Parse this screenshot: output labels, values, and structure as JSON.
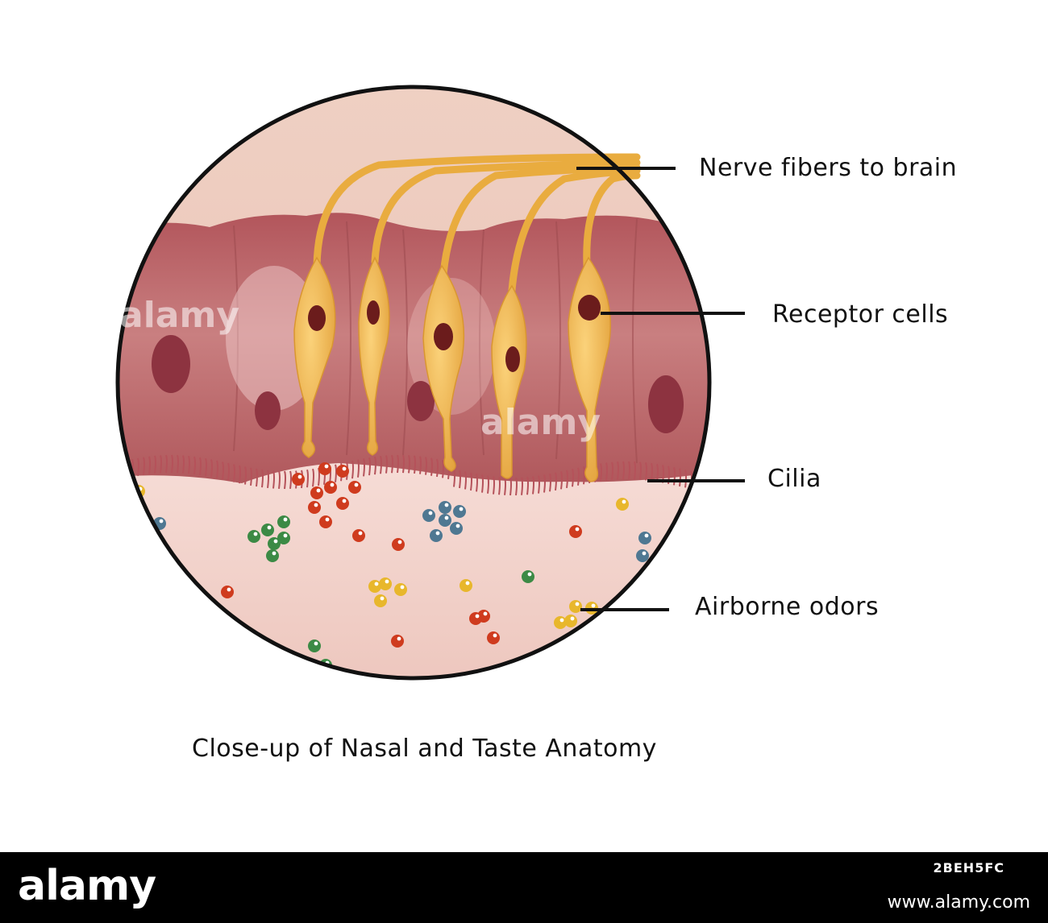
{
  "diagram": {
    "labels": {
      "nerve_fibers": "Nerve fibers to brain",
      "receptor_cells": "Receptor cells",
      "cilia": "Cilia",
      "airborne_odors": "Airborne odors"
    },
    "caption": "Close-up of Nasal and Taste Anatomy",
    "watermarks": [
      "alamy",
      "alamy"
    ],
    "colors": {
      "background_tissue": "#f0d2c4",
      "epithelium": "#b45a5e",
      "epithelium_light": "#d99a9a",
      "nucleus": "#8a2f3a",
      "receptor_cell": "#efb44a",
      "receptor_nucleus": "#6b1c1c",
      "mucus": "#f4dcd6",
      "circle_border": "#111111",
      "leader_line": "#111111",
      "odor_red": "#cf3b1e",
      "odor_green": "#3c8a45",
      "odor_blue": "#4f7892",
      "odor_yellow": "#e8b72c"
    }
  },
  "footer": {
    "logo": "alamy",
    "image_id": "2BEH5FC",
    "url": "www.alamy.com"
  }
}
